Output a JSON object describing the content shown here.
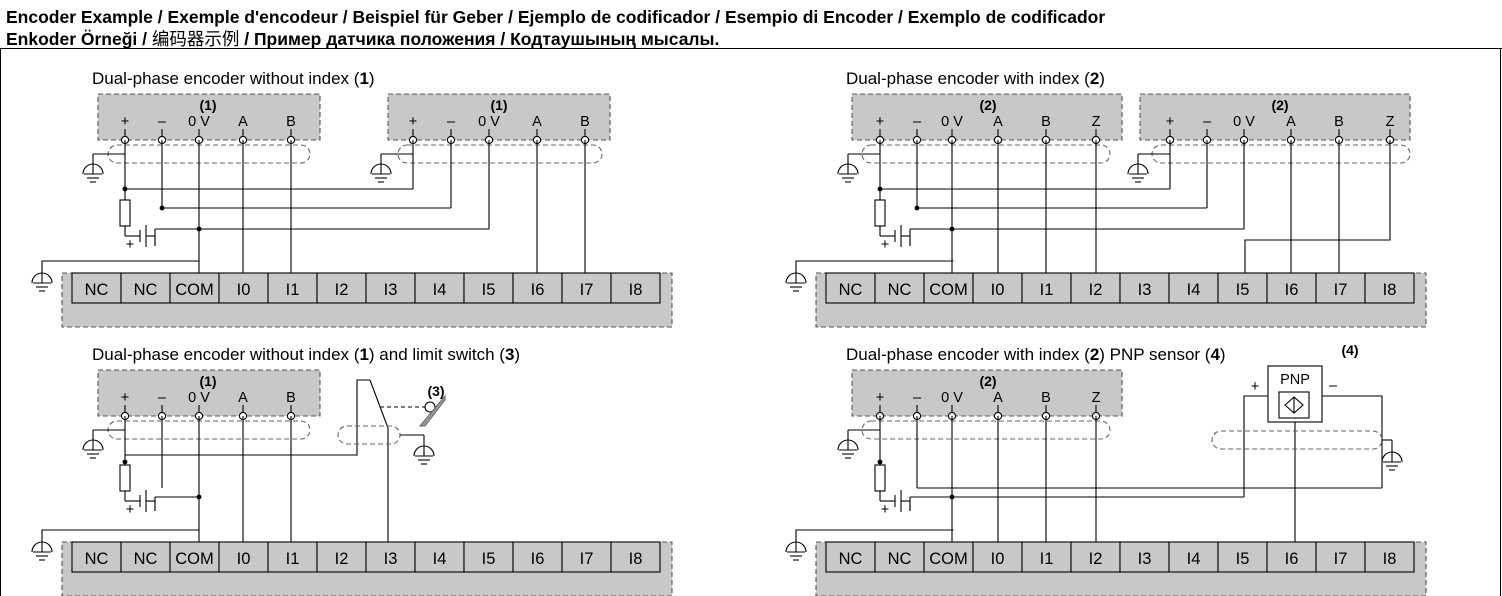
{
  "header": {
    "line1": "Encoder Example / Exemple d'encodeur / Beispiel für Geber / Ejemplo de codificador / Esempio di Encoder / Exemplo de codificador",
    "line2_a": "Enkoder Örneği / ",
    "line2_cjk": "编码器示例",
    "line2_b": " / Пример датчика положения / Кодтаушының мысалы."
  },
  "sections": [
    {
      "title_a": "Dual-phase encoder without index (",
      "title_bold": "1",
      "title_b": ")",
      "title_c": "",
      "title_bold2": "",
      "title_d": ""
    },
    {
      "title_a": "Dual-phase encoder with index (",
      "title_bold": "2",
      "title_b": ")",
      "title_c": "",
      "title_bold2": "",
      "title_d": ""
    },
    {
      "title_a": "Dual-phase encoder without index (",
      "title_bold": "1",
      "title_b": ") and limit switch (",
      "title_c": "",
      "title_bold2": "3",
      "title_d": ")"
    },
    {
      "title_a": "Dual-phase encoder with index (",
      "title_bold": "2",
      "title_b": ") PNP sensor (",
      "title_c": "",
      "title_bold2": "4",
      "title_d": ")"
    }
  ],
  "module_label_1": "(1)",
  "module_label_2": "(2)",
  "limit_switch_label": "(3)",
  "pnp_label": "(4)",
  "pnp_text": "PNP",
  "pnp_plus": "+",
  "pnp_minus": "–",
  "pins_ab": [
    "+",
    "–",
    "0 V",
    "A",
    "B"
  ],
  "pins_abz": [
    "+",
    "–",
    "0 V",
    "A",
    "B",
    "Z"
  ],
  "battery_plus": "+",
  "terminals": [
    "NC",
    "NC",
    "COM",
    "I0",
    "I1",
    "I2",
    "I3",
    "I4",
    "I5",
    "I6",
    "I7",
    "I8"
  ]
}
